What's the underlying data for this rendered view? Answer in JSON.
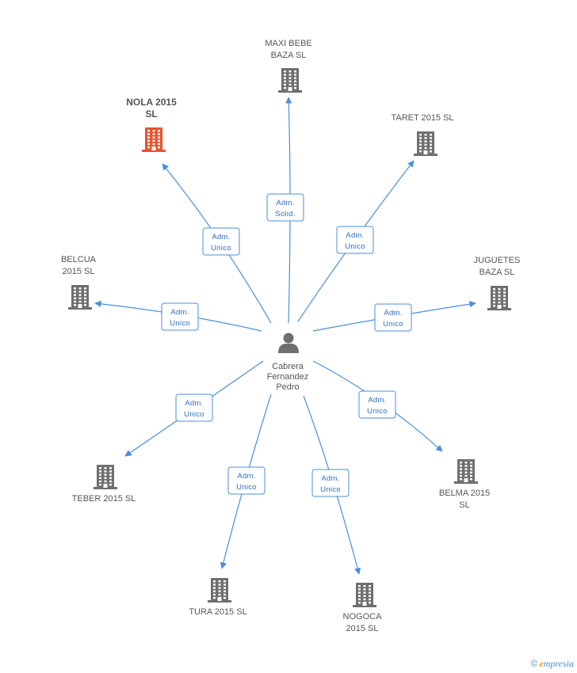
{
  "center": {
    "name_lines": [
      "Cabrera",
      "Fernandez",
      "Pedro"
    ],
    "icon": "person-icon"
  },
  "companies": [
    {
      "id": "maxi-bebe",
      "lines": [
        "MAXI BEBE",
        "BAZA SL"
      ],
      "role": [
        "Adm.",
        "Solid."
      ],
      "highlight": false
    },
    {
      "id": "nola",
      "lines": [
        "NOLA 2015",
        "SL"
      ],
      "role": [
        "Adm.",
        "Unico"
      ],
      "highlight": true
    },
    {
      "id": "taret",
      "lines": [
        "TARET 2015  SL"
      ],
      "role": [
        "Adm.",
        "Unico"
      ],
      "highlight": false
    },
    {
      "id": "belcua",
      "lines": [
        "BELCUA",
        "2015  SL"
      ],
      "role": [
        "Adm.",
        "Unico"
      ],
      "highlight": false
    },
    {
      "id": "juguetes",
      "lines": [
        "JUGUETES",
        "BAZA SL"
      ],
      "role": [
        "Adm.",
        "Unico"
      ],
      "highlight": false
    },
    {
      "id": "teber",
      "lines": [
        "TEBER 2015  SL"
      ],
      "role": [
        "Adm.",
        "Unico"
      ],
      "highlight": false
    },
    {
      "id": "belma",
      "lines": [
        "BELMA 2015",
        "SL"
      ],
      "role": [
        "Adm.",
        "Unico"
      ],
      "highlight": false
    },
    {
      "id": "tura",
      "lines": [
        "TURA 2015  SL"
      ],
      "role": [
        "Adm.",
        "Unico"
      ],
      "highlight": false
    },
    {
      "id": "nogoca",
      "lines": [
        "NOGOCA",
        "2015  SL"
      ],
      "role": [
        "Adm.",
        "Unico"
      ],
      "highlight": false
    }
  ],
  "colors": {
    "edge": "#4a8fd8",
    "building": "#6f6f6f",
    "building_highlight": "#e8542e",
    "person": "#6f6f6f"
  },
  "footer": {
    "copyright": "©",
    "brand_initial": "e",
    "brand_rest": "mpresia"
  }
}
